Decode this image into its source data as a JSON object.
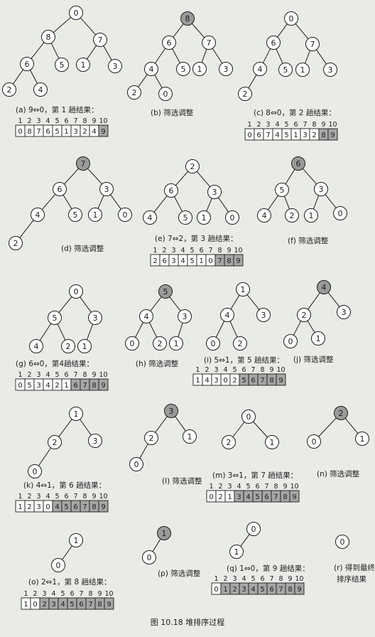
{
  "figure_caption": "图 10.18   堆排序过程",
  "colors": {
    "paper": "#e9ebe6",
    "ink": "#1d1d1d",
    "node_fill": "#ffffff",
    "highlight_node": "#9a9a9a",
    "sorted_cell": "#a6a6a6"
  },
  "panels": [
    {
      "id": "a",
      "caption": "(a) 9⇔0，第 1 趟结果：",
      "nodes": [
        {
          "v": "0"
        },
        {
          "v": "8"
        },
        {
          "v": "7"
        },
        {
          "v": "6"
        },
        {
          "v": "5"
        },
        {
          "v": "1"
        },
        {
          "v": "3"
        },
        {
          "v": "2"
        },
        {
          "v": "4"
        }
      ],
      "edges": [
        [
          0,
          1
        ],
        [
          0,
          2
        ],
        [
          1,
          3
        ],
        [
          1,
          4
        ],
        [
          2,
          5
        ],
        [
          2,
          6
        ],
        [
          3,
          7
        ],
        [
          3,
          8
        ]
      ],
      "array": {
        "index_labels": [
          "1",
          "2",
          "3",
          "4",
          "5",
          "6",
          "7",
          "8",
          "9",
          "10"
        ],
        "values": [
          "0",
          "8",
          "7",
          "6",
          "5",
          "1",
          "3",
          "2",
          "4",
          "9"
        ],
        "sorted_count": 1
      }
    },
    {
      "id": "b",
      "caption": "(b) 筛选调整",
      "nodes": [
        {
          "v": "8",
          "hl": true
        },
        {
          "v": "6"
        },
        {
          "v": "7"
        },
        {
          "v": "4"
        },
        {
          "v": "5"
        },
        {
          "v": "1"
        },
        {
          "v": "3"
        },
        {
          "v": "2"
        },
        {
          "v": "0"
        }
      ],
      "edges": [
        [
          0,
          1
        ],
        [
          0,
          2
        ],
        [
          1,
          3
        ],
        [
          1,
          4
        ],
        [
          2,
          5
        ],
        [
          2,
          6
        ],
        [
          3,
          7
        ],
        [
          3,
          8
        ]
      ]
    },
    {
      "id": "c",
      "caption": "(c) 8⇔0，第 2 趟结果：",
      "nodes": [
        {
          "v": "0"
        },
        {
          "v": "6"
        },
        {
          "v": "7"
        },
        {
          "v": "4"
        },
        {
          "v": "5"
        },
        {
          "v": "1"
        },
        {
          "v": "3"
        },
        {
          "v": "2"
        }
      ],
      "edges": [
        [
          0,
          1
        ],
        [
          0,
          2
        ],
        [
          1,
          3
        ],
        [
          1,
          4
        ],
        [
          2,
          5
        ],
        [
          2,
          6
        ],
        [
          3,
          7
        ]
      ],
      "array": {
        "index_labels": [
          "1",
          "2",
          "3",
          "4",
          "5",
          "6",
          "7",
          "8",
          "9",
          "10"
        ],
        "values": [
          "0",
          "6",
          "7",
          "4",
          "5",
          "1",
          "3",
          "2",
          "8",
          "9"
        ],
        "sorted_count": 2
      }
    },
    {
      "id": "d",
      "caption": "(d)  筛选调整",
      "nodes": [
        {
          "v": "7",
          "hl": true
        },
        {
          "v": "6"
        },
        {
          "v": "3"
        },
        {
          "v": "4"
        },
        {
          "v": "5"
        },
        {
          "v": "1"
        },
        {
          "v": "0"
        },
        {
          "v": "2"
        }
      ],
      "edges": [
        [
          0,
          1
        ],
        [
          0,
          2
        ],
        [
          1,
          3
        ],
        [
          1,
          4
        ],
        [
          2,
          5
        ],
        [
          2,
          6
        ],
        [
          3,
          7
        ]
      ]
    },
    {
      "id": "e",
      "caption": "(e) 7⇔2，第 3 趟结果：",
      "nodes": [
        {
          "v": "2"
        },
        {
          "v": "6"
        },
        {
          "v": "3"
        },
        {
          "v": "4"
        },
        {
          "v": "5"
        },
        {
          "v": "1"
        },
        {
          "v": "0"
        }
      ],
      "edges": [
        [
          0,
          1
        ],
        [
          0,
          2
        ],
        [
          1,
          3
        ],
        [
          1,
          4
        ],
        [
          2,
          5
        ],
        [
          2,
          6
        ]
      ],
      "array": {
        "index_labels": [
          "1",
          "2",
          "3",
          "4",
          "5",
          "6",
          "7",
          "8",
          "9",
          "10"
        ],
        "values": [
          "2",
          "6",
          "3",
          "4",
          "5",
          "1",
          "0",
          "7",
          "8",
          "9"
        ],
        "sorted_count": 3
      }
    },
    {
      "id": "f",
      "caption": "(f)  筛选调整",
      "nodes": [
        {
          "v": "6",
          "hl": true
        },
        {
          "v": "5"
        },
        {
          "v": "3"
        },
        {
          "v": "4"
        },
        {
          "v": "2"
        },
        {
          "v": "1"
        },
        {
          "v": "0"
        }
      ],
      "edges": [
        [
          0,
          1
        ],
        [
          0,
          2
        ],
        [
          1,
          3
        ],
        [
          1,
          4
        ],
        [
          2,
          5
        ],
        [
          2,
          6
        ]
      ]
    },
    {
      "id": "g",
      "caption": "(g) 6⇔0，第4趟结果：",
      "nodes": [
        {
          "v": "0"
        },
        {
          "v": "5"
        },
        {
          "v": "3"
        },
        {
          "v": "4"
        },
        {
          "v": "2"
        },
        {
          "v": "1"
        }
      ],
      "edges": [
        [
          0,
          1
        ],
        [
          0,
          2
        ],
        [
          1,
          3
        ],
        [
          1,
          4
        ],
        [
          2,
          5
        ]
      ],
      "array": {
        "index_labels": [
          "1",
          "2",
          "3",
          "4",
          "5",
          "6",
          "7",
          "8",
          "9",
          "10"
        ],
        "values": [
          "0",
          "5",
          "3",
          "4",
          "2",
          "1",
          "6",
          "7",
          "8",
          "9"
        ],
        "sorted_count": 4
      }
    },
    {
      "id": "h",
      "caption": "(h)  筛选调整",
      "nodes": [
        {
          "v": "5",
          "hl": true
        },
        {
          "v": "4"
        },
        {
          "v": "3"
        },
        {
          "v": "0"
        },
        {
          "v": "2"
        },
        {
          "v": "1"
        }
      ],
      "edges": [
        [
          0,
          1
        ],
        [
          0,
          2
        ],
        [
          1,
          3
        ],
        [
          1,
          4
        ],
        [
          2,
          5
        ]
      ]
    },
    {
      "id": "i",
      "caption": "(i) 5⇔1，第 5 趟结果：",
      "nodes": [
        {
          "v": "1"
        },
        {
          "v": "4"
        },
        {
          "v": "3"
        },
        {
          "v": "0"
        },
        {
          "v": "2"
        }
      ],
      "edges": [
        [
          0,
          1
        ],
        [
          0,
          2
        ],
        [
          1,
          3
        ],
        [
          1,
          4
        ]
      ],
      "array": {
        "index_labels": [
          "1",
          "2",
          "3",
          "4",
          "5",
          "6",
          "7",
          "8",
          "9",
          "10"
        ],
        "values": [
          "1",
          "4",
          "3",
          "0",
          "2",
          "5",
          "6",
          "7",
          "8",
          "9"
        ],
        "sorted_count": 5
      }
    },
    {
      "id": "j",
      "caption": "(j)  筛选调整",
      "nodes": [
        {
          "v": "4",
          "hl": true
        },
        {
          "v": "2"
        },
        {
          "v": "3"
        },
        {
          "v": "0"
        },
        {
          "v": "1"
        }
      ],
      "edges": [
        [
          0,
          1
        ],
        [
          0,
          2
        ],
        [
          1,
          3
        ],
        [
          1,
          4
        ]
      ]
    },
    {
      "id": "k",
      "caption": "(k) 4⇔1，第 6 趟结果：",
      "nodes": [
        {
          "v": "1"
        },
        {
          "v": "2"
        },
        {
          "v": "3"
        },
        {
          "v": "0"
        }
      ],
      "edges": [
        [
          0,
          1
        ],
        [
          0,
          2
        ],
        [
          1,
          3
        ]
      ],
      "array": {
        "index_labels": [
          "1",
          "2",
          "3",
          "4",
          "5",
          "6",
          "7",
          "8",
          "9",
          "10"
        ],
        "values": [
          "1",
          "2",
          "3",
          "0",
          "4",
          "5",
          "6",
          "7",
          "8",
          "9"
        ],
        "sorted_count": 6
      }
    },
    {
      "id": "l",
      "caption": "(l)  筛选调整",
      "nodes": [
        {
          "v": "3",
          "hl": true
        },
        {
          "v": "2"
        },
        {
          "v": "1"
        },
        {
          "v": "0"
        }
      ],
      "edges": [
        [
          0,
          1
        ],
        [
          0,
          2
        ],
        [
          1,
          3
        ]
      ]
    },
    {
      "id": "m",
      "caption": "(m) 3⇔1，第 7 趟结果：",
      "nodes": [
        {
          "v": "0"
        },
        {
          "v": "2"
        },
        {
          "v": "1"
        }
      ],
      "edges": [
        [
          0,
          1
        ],
        [
          0,
          2
        ]
      ],
      "array": {
        "index_labels": [
          "1",
          "2",
          "3",
          "4",
          "5",
          "6",
          "7",
          "8",
          "9",
          "10"
        ],
        "values": [
          "0",
          "2",
          "1",
          "3",
          "4",
          "5",
          "6",
          "7",
          "8",
          "9"
        ],
        "sorted_count": 7
      }
    },
    {
      "id": "n",
      "caption": "(n)  筛选调整",
      "nodes": [
        {
          "v": "2",
          "hl": true
        },
        {
          "v": "0"
        },
        {
          "v": "1"
        }
      ],
      "edges": [
        [
          0,
          1
        ],
        [
          0,
          2
        ]
      ]
    },
    {
      "id": "o",
      "caption": "(o) 2⇔1，第 8 趟结果：",
      "nodes": [
        {
          "v": "1"
        },
        {
          "v": "0"
        }
      ],
      "edges": [
        [
          0,
          1
        ]
      ],
      "array": {
        "index_labels": [
          "1",
          "2",
          "3",
          "4",
          "5",
          "6",
          "7",
          "8",
          "9",
          "10"
        ],
        "values": [
          "1",
          "0",
          "2",
          "3",
          "4",
          "5",
          "6",
          "7",
          "8",
          "9"
        ],
        "sorted_count": 8
      }
    },
    {
      "id": "p",
      "caption": "(p)  筛选调整",
      "nodes": [
        {
          "v": "1",
          "hl": true
        },
        {
          "v": "0"
        }
      ],
      "edges": [
        [
          0,
          1
        ]
      ]
    },
    {
      "id": "q",
      "caption": "(q) 1⇔0，第 9 趟结果：",
      "nodes": [
        {
          "v": "0"
        },
        {
          "v": "1"
        }
      ],
      "edges": [
        [
          0,
          1
        ]
      ],
      "array": {
        "index_labels": [
          "1",
          "2",
          "3",
          "4",
          "5",
          "6",
          "7",
          "8",
          "9",
          "10"
        ],
        "values": [
          "0",
          "1",
          "2",
          "3",
          "4",
          "5",
          "6",
          "7",
          "8",
          "9"
        ],
        "sorted_count": 9
      }
    },
    {
      "id": "r",
      "caption_lines": [
        "(r)  得到最终",
        "排序结果"
      ],
      "nodes": [
        {
          "v": "0"
        }
      ],
      "edges": []
    }
  ]
}
